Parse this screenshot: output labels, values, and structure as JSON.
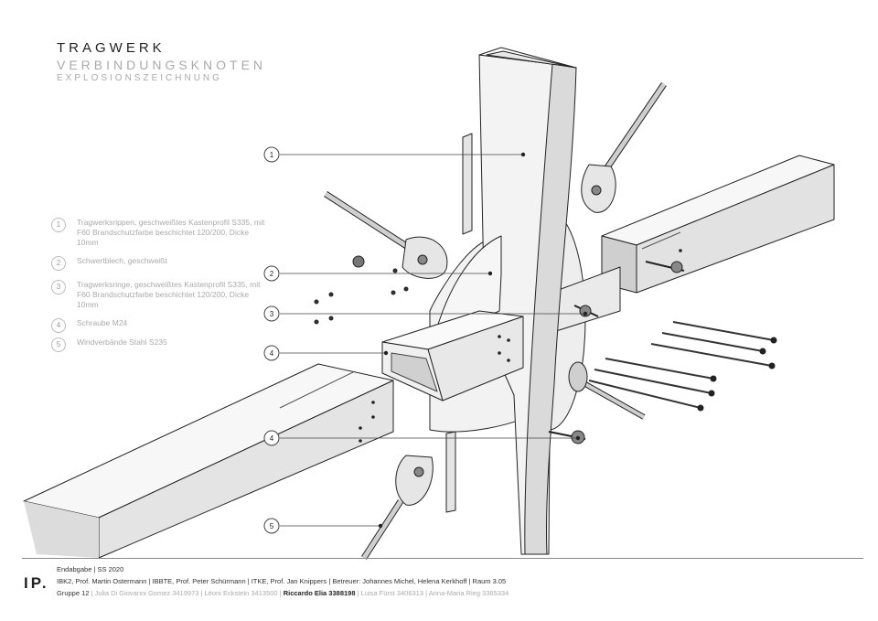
{
  "title": {
    "main": "TRAGWERK",
    "sub": "VERBINDUNGSKNOTEN",
    "sub2": "EXPLOSIONSZEICHNUNG"
  },
  "legend": [
    {
      "num": "1",
      "text": "Tragwerksrippen, geschweißtes Kastenprofil S335, mit F60 Brandschutzfarbe beschichtet 120/200, Dicke 10mm"
    },
    {
      "num": "2",
      "text": "Schwertblech, geschweißt"
    },
    {
      "num": "3",
      "text": "Tragwerksringe, geschweißtes Kastenprofil S335, mit F60 Brandschutzfarbe beschichtet 120/200, Dicke 10mm"
    },
    {
      "num": "4",
      "text": "Schraube M24"
    },
    {
      "num": "5",
      "text": "Windverbände Stahl S235"
    }
  ],
  "callouts": [
    "1",
    "2",
    "3",
    "4",
    "4",
    "5"
  ],
  "footer": {
    "logo": "IP.",
    "line1": "Endabgabe | SS 2020",
    "line2": "IBK2, Prof. Martin Ostermann  |  IBBTE, Prof. Peter Schürmann  |  ITKE, Prof. Jan Knippers  |  Betreuer: Johannes Michel, Helena Kerkhoff  |  Raum 3.05",
    "group": "Gruppe 12",
    "member1": "| Julia Di Giovanni Gomez 3419973  |  Léoni Eckstein 3413500  |",
    "member_bold": "Riccardo Elia 3388198",
    "member2": "|  Luisa Fürst 3406313  |  Anna-Maria Rieg  3365334"
  }
}
